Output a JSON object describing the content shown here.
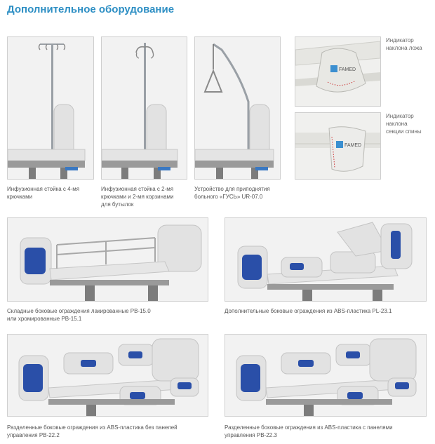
{
  "page": {
    "title": "Дополнительное оборудование"
  },
  "items": {
    "iv_pole_4": {
      "caption_line1": "Инфузионная стойка с 4-мя",
      "caption_line2": "крючками"
    },
    "iv_pole_2": {
      "caption_line1": "Инфузионная стойка с 2-мя",
      "caption_line2": "крючками и 2-мя корзинами",
      "caption_line3": "для бутылок"
    },
    "goose": {
      "caption_line1": "Устройство для приподнятия",
      "caption_line2": "больного «ГУСЬ» UR-07.0"
    },
    "bed_tilt": {
      "label_line1": "Индикатор",
      "label_line2": "наклона ложа"
    },
    "back_tilt": {
      "label_line1": "Индикатор",
      "label_line2": "наклона",
      "label_line3": "секции спины"
    },
    "rails_pb15": {
      "caption_line1": "Складные боковые ограждения лакированные PB-15.0",
      "caption_line2": "или хромированные PB-15.1"
    },
    "rails_pl23": {
      "caption_line1": "Дополнительные боковые ограждения из ABS-пластика PL-23.1"
    },
    "rails_pb22_2": {
      "caption_line1": "Разделенные боковые ограждения из ABS-пластика без панелей",
      "caption_line2": "управления PB-22.2"
    },
    "rails_pb22_3": {
      "caption_line1": "Разделенные боковые ограждения из ABS-пластика с панелями",
      "caption_line2": "управления PB-22.3"
    }
  },
  "brand": {
    "logo_text": "FAMED"
  },
  "colors": {
    "title": "#2e8fc4",
    "panel_blue": "#2a4fa8",
    "frame_bg": "#f4f4f4",
    "border": "#cfcfcf"
  }
}
